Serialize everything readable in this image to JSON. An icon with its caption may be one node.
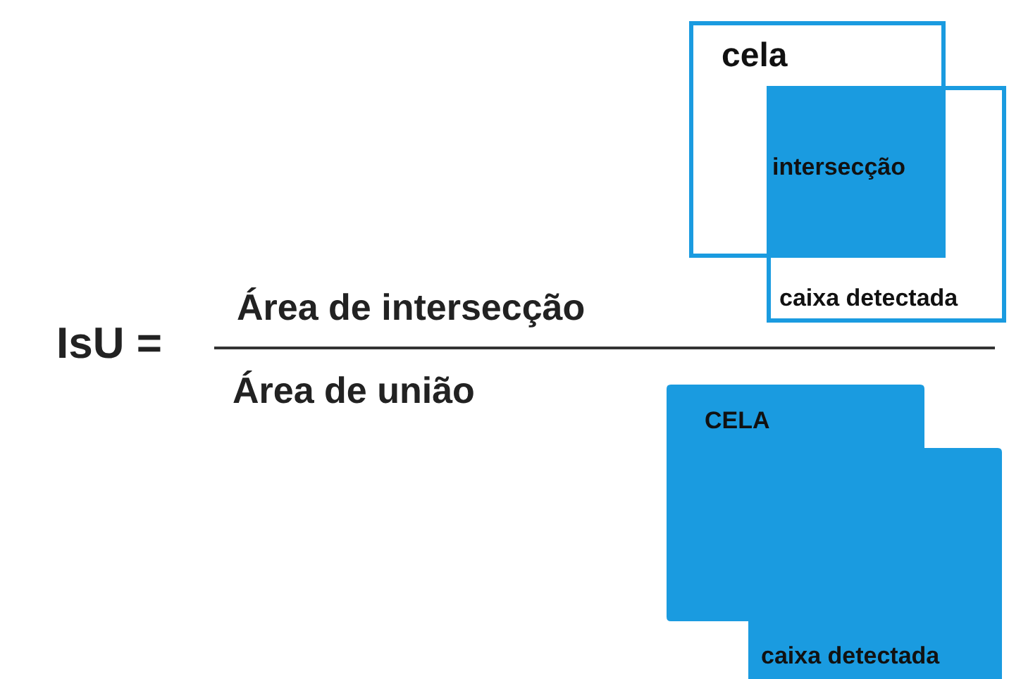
{
  "diagram": {
    "nodes": [
      {
        "text": [
          "cela"
        ]
      },
      {
        "text": [
          "caixa detectada"
        ]
      },
      {
        "text": [
          "intersecção"
        ]
      },
      {
        "text": [
          "CELA",
          "caixa detectada"
        ]
      }
    ],
    "labels": [
      "IsU =",
      "Área de intersecção",
      "Área de união"
    ]
  }
}
